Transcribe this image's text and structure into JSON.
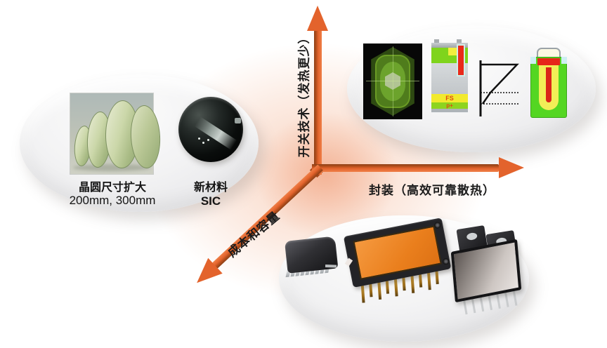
{
  "axes": {
    "vertical": {
      "label": "开关技术（发热更少）"
    },
    "horizontal": {
      "label": "封装（高效可靠散热）"
    },
    "diagonal": {
      "label": "成本和容量"
    }
  },
  "wafer_group": {
    "size_title": "晶圆尺寸扩大",
    "size_values": "200mm, 300mm",
    "material_title": "新材料",
    "material_value": "SIC"
  },
  "device_group": {
    "fs_layer_label": "FS",
    "collector_layer_label": "p+"
  },
  "icons": {
    "wafer_photo": "stacked-green-wafers-photo",
    "sic_wafer": "dark-sic-wafer-photo",
    "die_thermal": "igbt-die-thermal-image",
    "igbt_cross_section": "field-stop-igbt-cross-section",
    "efield_plot": "electric-field-profile-plot",
    "trench_cell": "trench-gate-cell-diagram",
    "small_package": "smd-power-package-photo",
    "ipm_module": "ipm-module-orange-substrate-photo",
    "power_module": "power-module-with-to-packages-photo"
  },
  "colors": {
    "arrow": "#e3632c",
    "arrow_dark": "#8c3f16",
    "glow_peach": "#f3b08d",
    "ellipse_fill": "#ededef",
    "die_green": "#6ca32c",
    "layer_green": "#7fd41c",
    "layer_yellow": "#f2ea2d",
    "layer_red": "#e92a1a",
    "substrate_orange": "#ea7f1d"
  }
}
